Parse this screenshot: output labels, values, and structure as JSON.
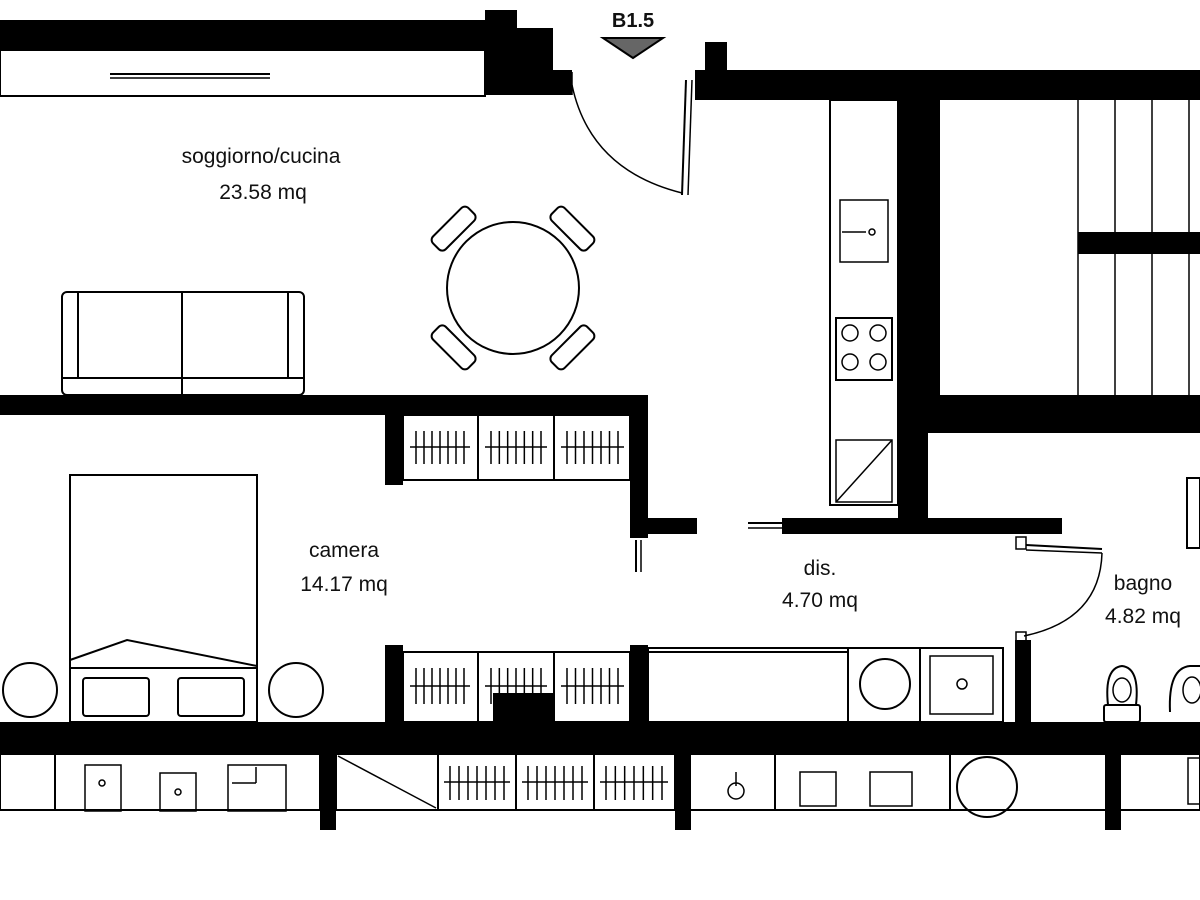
{
  "unit": {
    "code": "B1.5"
  },
  "rooms": [
    {
      "name": "soggiorno/cucina",
      "area": "23.58 mq"
    },
    {
      "name": "camera",
      "area": "14.17 mq"
    },
    {
      "name": "dis.",
      "area": "4.70 mq"
    },
    {
      "name": "bagno",
      "area": "4.82 mq"
    }
  ],
  "colors": {
    "wall": "#000000",
    "background": "#ffffff",
    "line": "#000000",
    "entrance_marker": "#666666"
  }
}
